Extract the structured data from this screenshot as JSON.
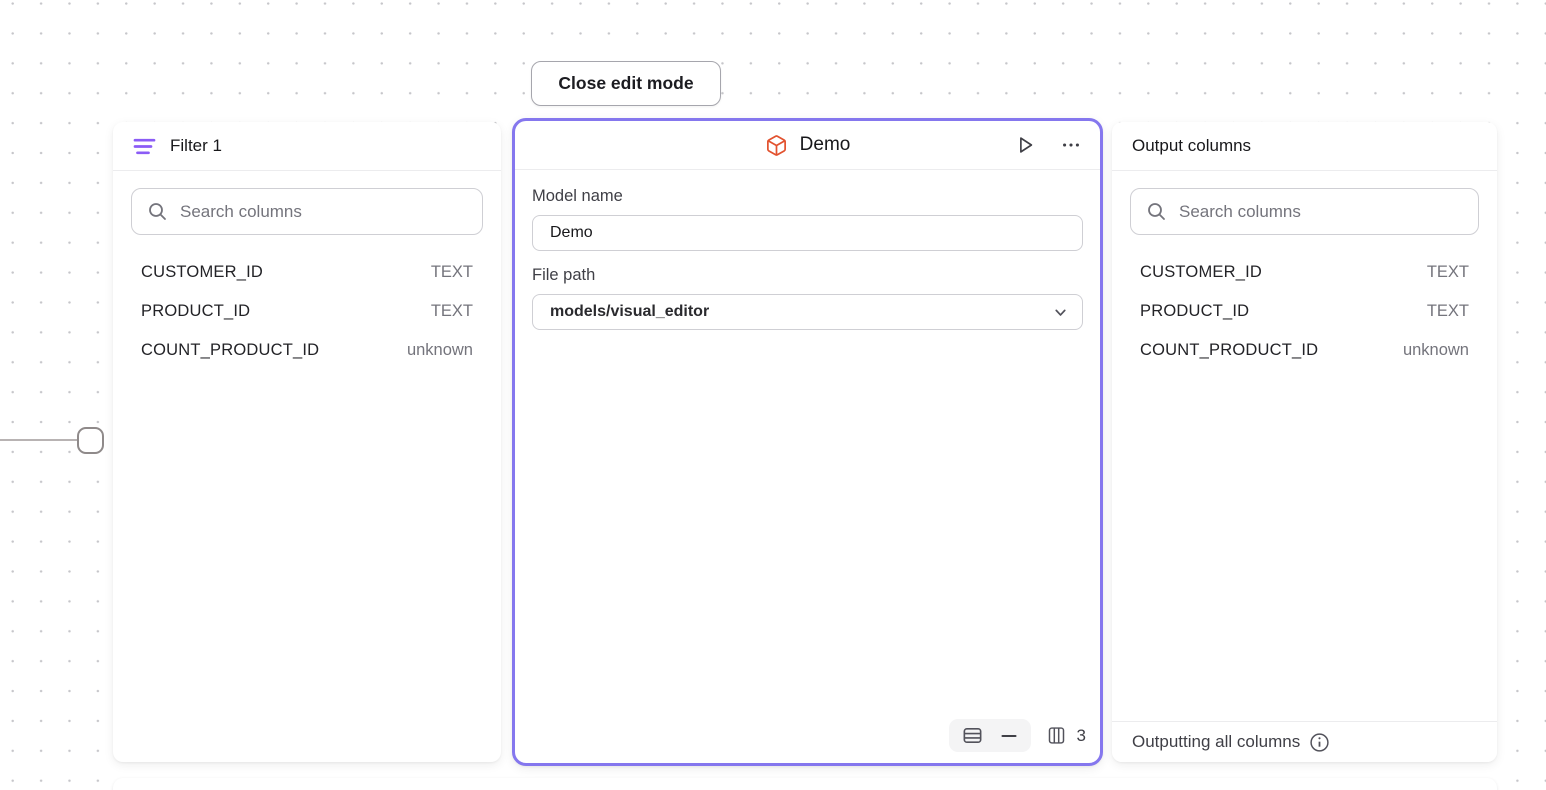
{
  "canvas": {
    "close_button_label": "Close edit mode"
  },
  "filter_panel": {
    "title": "Filter 1",
    "search_placeholder": "Search columns",
    "columns": [
      {
        "name": "CUSTOMER_ID",
        "type": "TEXT"
      },
      {
        "name": "PRODUCT_ID",
        "type": "TEXT"
      },
      {
        "name": "COUNT_PRODUCT_ID",
        "type": "unknown"
      }
    ]
  },
  "model_panel": {
    "title": "Demo",
    "model_name_label": "Model name",
    "model_name_value": "Demo",
    "file_path_label": "File path",
    "file_path_value": "models/visual_editor",
    "column_count": "3"
  },
  "output_panel": {
    "title": "Output columns",
    "search_placeholder": "Search columns",
    "columns": [
      {
        "name": "CUSTOMER_ID",
        "type": "TEXT"
      },
      {
        "name": "PRODUCT_ID",
        "type": "TEXT"
      },
      {
        "name": "COUNT_PRODUCT_ID",
        "type": "unknown"
      }
    ],
    "footer_text": "Outputting all columns"
  },
  "colors": {
    "selection_border": "#8577ee",
    "filter_icon": "#8b5cf6",
    "model_icon": "#e2522f",
    "text_primary": "#18181b",
    "text_muted": "#74747c"
  }
}
